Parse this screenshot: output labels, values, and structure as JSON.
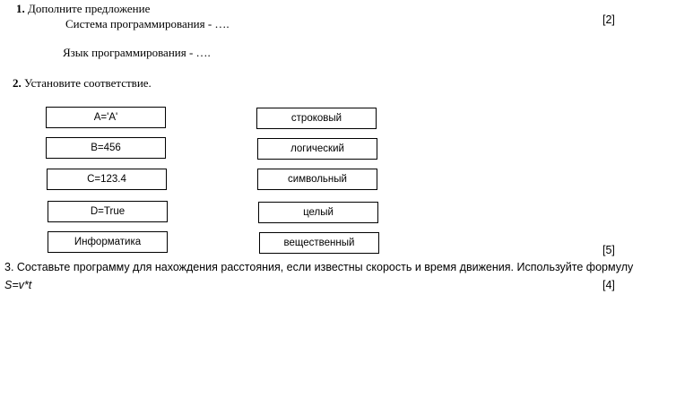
{
  "q1": {
    "number": "1.",
    "title": "Дополните предложение",
    "line1": "Система программирования - ….",
    "line2": "Язык программирования - ….",
    "points": "[2]"
  },
  "q2": {
    "number": "2.",
    "title": "Установите соответствие.",
    "left_items": [
      "A='A'",
      "B=456",
      "C=123.4",
      "D=True",
      "Информатика"
    ],
    "right_items": [
      "строковый",
      "логический",
      "символьный",
      "целый",
      "вещественный"
    ],
    "points": "[5]"
  },
  "q3": {
    "text": "3. Составьте программу для нахождения расстояния, если известны скорость и время движения. Используйте формулу",
    "formula": "S=v*t",
    "points": "[4]"
  }
}
